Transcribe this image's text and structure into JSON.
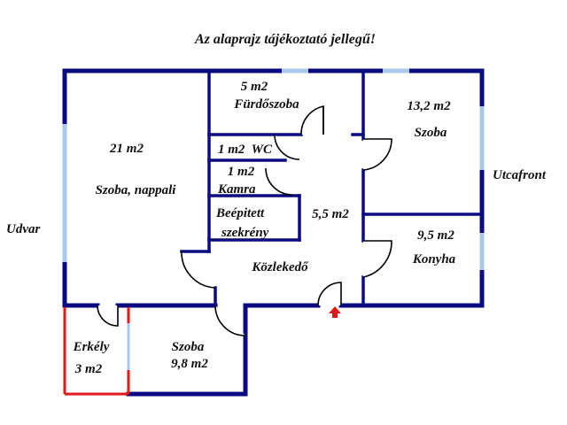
{
  "title": "Az alaprajz tájékoztató jellegű!",
  "surroundings": {
    "left": "Udvar",
    "right": "Utcafront"
  },
  "rooms": {
    "living": {
      "area": "21 m2",
      "name": "Szoba, nappali"
    },
    "bathroom": {
      "area": "5 m2",
      "name": "Fürdőszoba"
    },
    "wc": {
      "label": "1 m2  WC"
    },
    "pantry": {
      "area": "1 m2",
      "name": "Kamra"
    },
    "wardrobe": {
      "line1": "Beépitett",
      "line2": "szekrény"
    },
    "hall": {
      "area": "5,5 m2",
      "name": "Közlekedő"
    },
    "room_right": {
      "area": "13,2 m2",
      "name": "Szoba"
    },
    "kitchen": {
      "area": "9,5 m2",
      "name": "Konyha"
    },
    "balcony": {
      "name": "Erkély",
      "area": "3 m2"
    },
    "room_small": {
      "name": "Szoba",
      "area": "9,8 m2"
    }
  },
  "colors": {
    "wall": "#0a0a82",
    "window": "#a9c8ea",
    "balcony": "#e01a1a",
    "entrance_arrow": "#e01a1a"
  },
  "entrance_marker": "arrow-up-icon"
}
